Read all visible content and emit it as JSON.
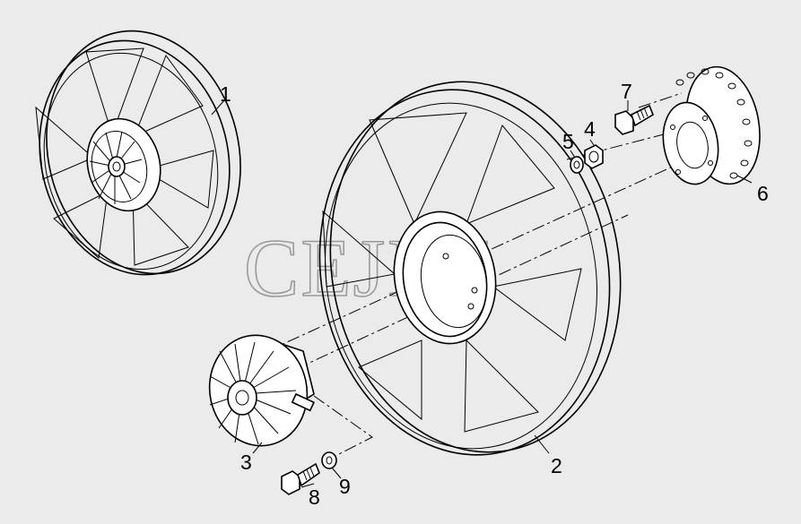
{
  "watermark": "CEJIM",
  "callouts": {
    "p1": "1",
    "p2": "2",
    "p3": "3",
    "p4": "4",
    "p5": "5",
    "p6": "6",
    "p7": "7",
    "p8": "8",
    "p9": "9"
  },
  "colors": {
    "background": "#ebebeb",
    "line": "#000000",
    "watermark": "#9a9a9a"
  }
}
